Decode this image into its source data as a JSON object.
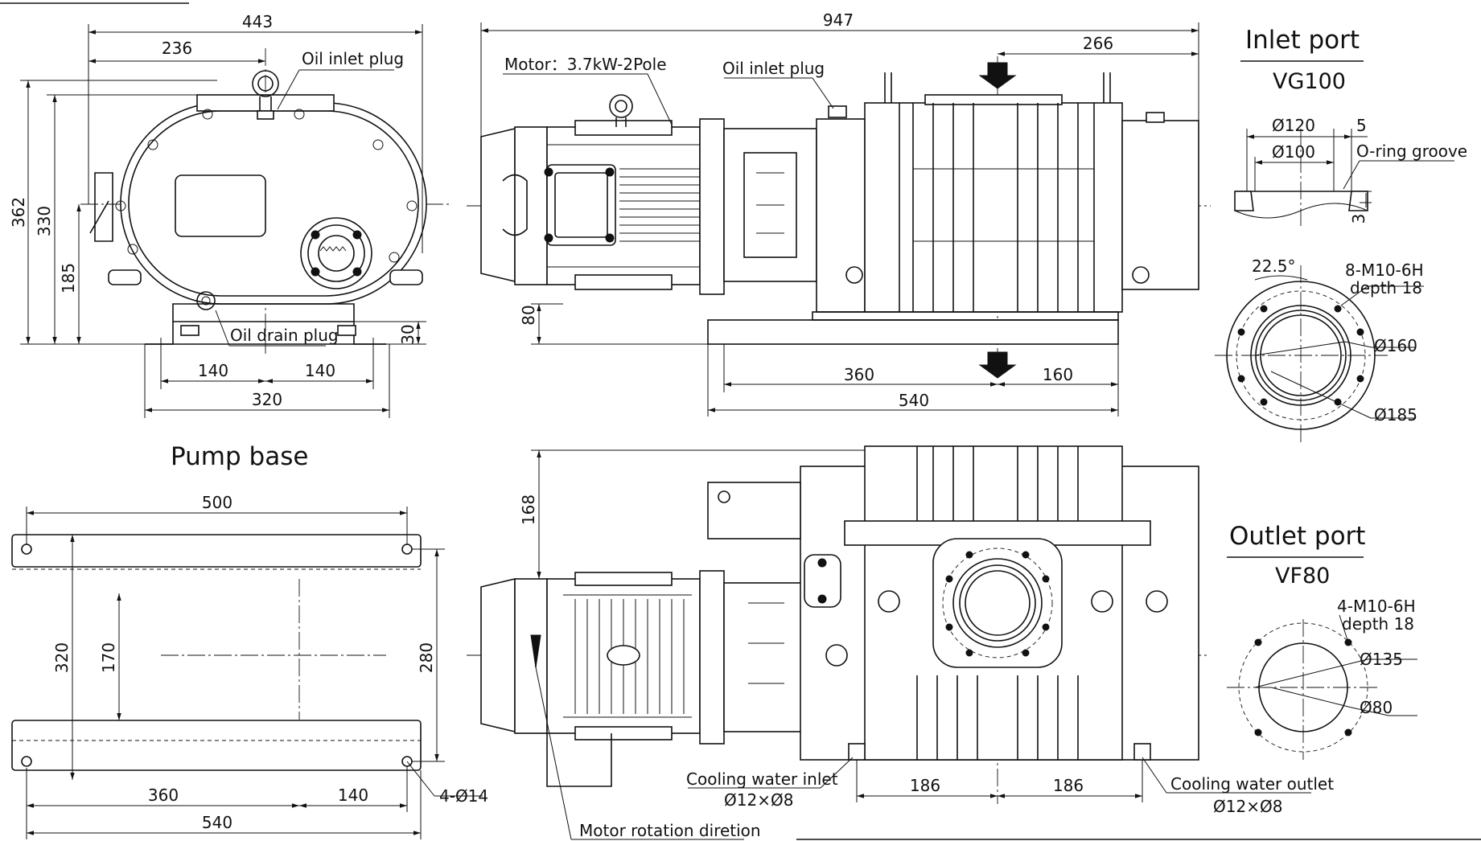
{
  "front_view": {
    "dimensions": {
      "overall_width": "443",
      "offset_width": "236",
      "height_total": "362",
      "height_body": "330",
      "center_height": "185",
      "foot_height": "30",
      "foot_left": "140",
      "foot_right": "140",
      "foot_span": "320"
    },
    "labels": {
      "oil_inlet": "Oil inlet plug",
      "oil_drain": "Oil drain plug"
    }
  },
  "side_view": {
    "dimensions": {
      "overall_length": "947",
      "flange_offset": "266",
      "base_height": "80",
      "base_left": "360",
      "base_right": "160",
      "base_length": "540"
    },
    "labels": {
      "motor": "Motor：3.7kW-2Pole",
      "oil_inlet": "Oil inlet plug"
    }
  },
  "inlet_port": {
    "title": "Inlet port",
    "standard": "VG100",
    "dimensions": {
      "outer_diameter": "Ø120",
      "inner_diameter": "Ø100",
      "groove_width": "5",
      "groove_depth": "3",
      "angle": "22.5°",
      "bolt_spec_1": "8-M10-6H",
      "bolt_spec_2": "depth 18",
      "pcd": "Ø160",
      "flange_od": "Ø185"
    },
    "labels": {
      "oring": "O-ring groove"
    }
  },
  "pump_base": {
    "title": "Pump base",
    "dimensions": {
      "hole_span": "500",
      "width": "320",
      "inner_width": "170",
      "side_height": "280",
      "seg_left": "360",
      "seg_right": "140",
      "length": "540",
      "holes": "4-Ø14"
    }
  },
  "top_view": {
    "dimensions": {
      "width_offset": "168",
      "water_left": "186",
      "water_right": "186"
    },
    "labels": {
      "water_inlet": "Cooling water inlet",
      "water_inlet_size": "Ø12×Ø8",
      "water_outlet": "Cooling water outlet",
      "water_outlet_size": "Ø12×Ø8",
      "rotation": "Motor rotation diretion"
    }
  },
  "outlet_port": {
    "title": "Outlet port",
    "standard": "VF80",
    "dimensions": {
      "bolt_spec_1": "4-M10-6H",
      "bolt_spec_2": "depth 18",
      "pcd": "Ø135",
      "bore": "Ø80"
    }
  }
}
